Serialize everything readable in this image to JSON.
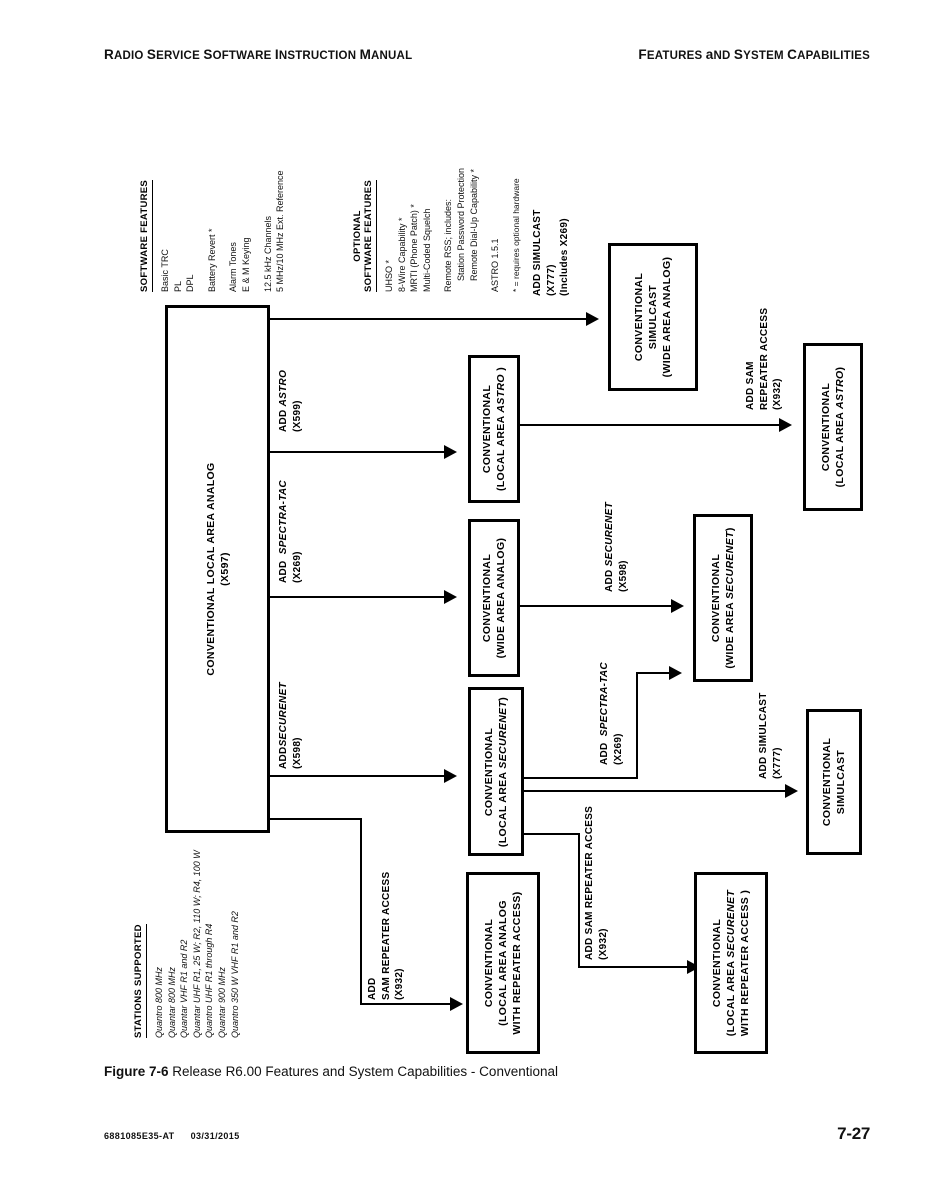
{
  "header": {
    "left": "Radio Service Software Instruction Manual",
    "right": "Features and System Capabilities"
  },
  "footer": {
    "doc_number": "6881085E35-AT",
    "date": "03/31/2015",
    "page_number": "7-27"
  },
  "caption": {
    "figure_label": "Figure 7-6",
    "text": "Release R6.00 Features and System Capabilities - Conventional"
  },
  "software_features": {
    "heading": "SOFTWARE FEATURES",
    "items": [
      "Basic TRC",
      "PL",
      "DPL",
      "Battery Revert *",
      "Alarm Tones",
      "E & M Keying",
      "12.5 kHz Channels",
      "5 MHz/10 MHz Ext. Reference"
    ]
  },
  "optional_software_features": {
    "heading_line1": "OPTIONAL",
    "heading_line2": "SOFTWARE FEATURES",
    "items": [
      "UHSO *",
      "8-Wire Capability *",
      "MRTI (Phone Patch) *",
      "Multi-Coded Squelch",
      "Remote RSS; includes:",
      "Station Password Protection",
      "Remote Dial-Up Capability *",
      "ASTRO 1.5.1"
    ],
    "note": "* = requires optional hardware"
  },
  "stations_supported": {
    "heading": "STATIONS SUPPORTED",
    "items": [
      "Quantro 800 MHz",
      "Quantar 800 MHz",
      "Quantar VHF R1 and R2",
      "Quantar UHF R1, 25 W; R2, 110 W; R4, 100 W",
      "Quantro UHF R1 through R4",
      "Quantar 900 MHz",
      "Quantro 350 W VHF R1 and R2"
    ]
  },
  "diagram": {
    "type": "flowchart",
    "source_box": {
      "line1": "CONVENTIONAL LOCAL AREA ANALOG",
      "line2": "(X597)"
    },
    "boxes": {
      "simulcast_wide_analog": {
        "line1": "CONVENTIONAL",
        "line2": "SIMULCAST",
        "line3": "(WIDE AREA ANALOG)"
      },
      "local_area_astro": {
        "line1": "CONVENTIONAL",
        "line2": "(LOCAL AREA ASTRO )"
      },
      "local_area_astro_sam": {
        "line1": "CONVENTIONAL",
        "line2": "(LOCAL AREA ASTRO)"
      },
      "wide_area_analog": {
        "line1": "CONVENTIONAL",
        "line2": "(WIDE AREA ANALOG)"
      },
      "wide_area_securenet": {
        "line1": "CONVENTIONAL",
        "line2": "(WIDE AREA SECURENET)"
      },
      "local_area_securenet": {
        "line1": "CONVENTIONAL",
        "line2": "(LOCAL AREA SECURENET)"
      },
      "conventional_simulcast": {
        "line1": "CONVENTIONAL",
        "line2": "SIMULCAST"
      },
      "local_analog_repeater": {
        "line1": "CONVENTIONAL",
        "line2": "(LOCAL AREA ANALOG",
        "line3": "WITH REPEATER ACCESS)"
      },
      "local_securenet_repeater": {
        "line1": "CONVENTIONAL",
        "line2": "(LOCAL AREA SECURENET",
        "line3": "WITH REPEATER ACCESS )"
      }
    },
    "arrow_labels": {
      "add_simulcast_x777": {
        "line1": "ADD   SIMULCAST",
        "line2": "(X777)",
        "line3": "(Includes X269)"
      },
      "add_astro": {
        "line1": "ADD  ASTRO",
        "line2": "(X599)"
      },
      "add_spectra_tac_main": {
        "line1": "ADD   SPECTRA-TAC",
        "line2": "(X269)"
      },
      "add_securenet_main": {
        "line1": "ADD SECURENET",
        "line2": "(X598)"
      },
      "add_sam_repeater_astro": {
        "line1": "ADD SAM",
        "line2": "REPEATER ACCESS",
        "line3": "(X932)"
      },
      "add_securenet_wide": {
        "line1": "ADD SECURENET",
        "line2": "(X598)"
      },
      "add_spectra_tac_securenet": {
        "line1": "ADD  SPECTRA-TAC",
        "line2": "(X269)"
      },
      "add_simulcast_lower": {
        "line1": "ADD SIMULCAST",
        "line2": "(X777)"
      },
      "add_sam_repeater_analog": {
        "line1": "ADD",
        "line2": "SAM REPEATER ACCESS",
        "line3": "(X932)"
      },
      "add_sam_repeater_securenet": {
        "line1": "ADD SAM REPEATER ACCESS",
        "line2": "(X932)"
      }
    }
  }
}
